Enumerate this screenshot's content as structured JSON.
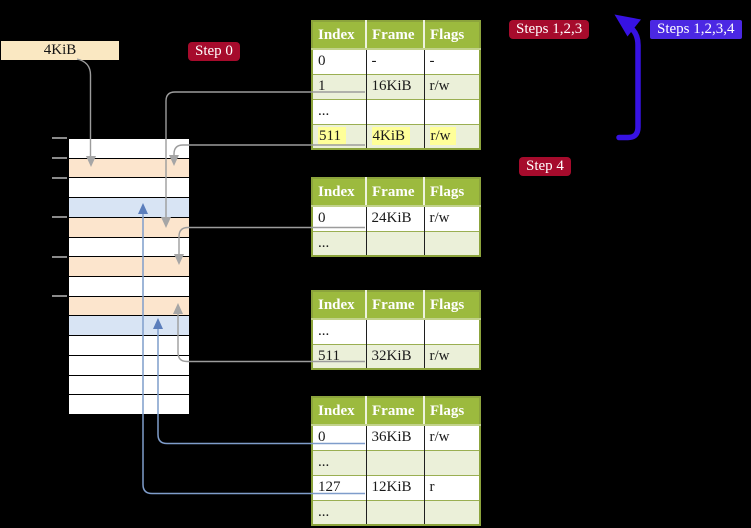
{
  "frame_size_label": {
    "text": "4KiB",
    "background": "#FAE8C2"
  },
  "badges": {
    "step0": {
      "label": "Step 0",
      "color": "#A60B2C"
    },
    "steps123": {
      "label": "Steps 1,2,3",
      "color": "#A60B2C"
    },
    "steps1234": {
      "label": "Steps 1,2,3,4",
      "color": "#4B28E3"
    },
    "step4": {
      "label": "Step 4",
      "color": "#A60B2C"
    }
  },
  "page_tables": [
    {
      "name": "page-table-1",
      "headers": [
        "Index",
        "Frame",
        "Flags"
      ],
      "rows": [
        {
          "index": "0",
          "frame": "-",
          "flags": "-",
          "shaded": false,
          "highlight": false
        },
        {
          "index": "1",
          "frame": "16KiB",
          "flags": "r/w",
          "shaded": true,
          "highlight": false
        },
        {
          "index": "...",
          "frame": "",
          "flags": "",
          "shaded": false,
          "highlight": false
        },
        {
          "index": "511",
          "frame": "4KiB",
          "flags": "r/w",
          "shaded": true,
          "highlight": true
        }
      ]
    },
    {
      "name": "page-table-2",
      "headers": [
        "Index",
        "Frame",
        "Flags"
      ],
      "rows": [
        {
          "index": "0",
          "frame": "24KiB",
          "flags": "r/w",
          "shaded": false,
          "highlight": false
        },
        {
          "index": "...",
          "frame": "",
          "flags": "",
          "shaded": true,
          "highlight": false
        }
      ]
    },
    {
      "name": "page-table-3",
      "headers": [
        "Index",
        "Frame",
        "Flags"
      ],
      "rows": [
        {
          "index": "...",
          "frame": "",
          "flags": "",
          "shaded": false,
          "highlight": false
        },
        {
          "index": "511",
          "frame": "32KiB",
          "flags": "r/w",
          "shaded": true,
          "highlight": false
        }
      ]
    },
    {
      "name": "page-table-4",
      "headers": [
        "Index",
        "Frame",
        "Flags"
      ],
      "rows": [
        {
          "index": "0",
          "frame": "36KiB",
          "flags": "r/w",
          "shaded": false,
          "highlight": false
        },
        {
          "index": "...",
          "frame": "",
          "flags": "",
          "shaded": true,
          "highlight": false
        },
        {
          "index": "127",
          "frame": "12KiB",
          "flags": "r",
          "shaded": false,
          "highlight": false
        },
        {
          "index": "...",
          "frame": "",
          "flags": "",
          "shaded": true,
          "highlight": false
        }
      ]
    }
  ],
  "memory": {
    "rows": [
      {
        "fill": "white"
      },
      {
        "fill": "orange"
      },
      {
        "fill": "white"
      },
      {
        "fill": "blue"
      },
      {
        "fill": "orange"
      },
      {
        "fill": "white"
      },
      {
        "fill": "orange"
      },
      {
        "fill": "white"
      },
      {
        "fill": "orange"
      },
      {
        "fill": "blue"
      },
      {
        "fill": "white"
      },
      {
        "fill": "white"
      },
      {
        "fill": "white"
      },
      {
        "fill": "white"
      }
    ],
    "tick_boundaries": [
      0,
      1,
      2,
      4,
      6,
      8
    ]
  },
  "connectors": [
    {
      "from": "4KiB label",
      "to": "memory row 2 (orange)",
      "color": "gray"
    },
    {
      "from": "table-1 entry 1 (16KiB)",
      "to": "memory row 5 (orange)",
      "color": "gray"
    },
    {
      "from": "table-1 entry 511 (4KiB)",
      "to": "memory row 2 (orange)",
      "color": "gray"
    },
    {
      "from": "table-2 entry 0 (24KiB)",
      "to": "memory row 7 (orange)",
      "color": "gray"
    },
    {
      "from": "table-3 entry 511 (32KiB)",
      "to": "memory row 9 (orange)",
      "color": "gray"
    },
    {
      "from": "table-4 entry 0 (36KiB)",
      "to": "memory row 10 (blue)",
      "color": "blue"
    },
    {
      "from": "table-4 entry 127 (12KiB)",
      "to": "memory row 4 (blue)",
      "color": "blue"
    },
    {
      "from": "loop below Steps 1,2,3",
      "to": "top of table-1",
      "color": "thick-blue"
    }
  ],
  "colors": {
    "accent_red": "#A60B2C",
    "accent_blue": "#4B28E3",
    "arrow_blue": "#3712E3",
    "header_green": "#9CBA3E",
    "row_green": "#EBF0D9",
    "table_border": "#8CA43C",
    "highlight_yellow": "#FFFF99",
    "frame_orange": "#FCE5CD",
    "page_blue": "#D8E4F4",
    "connector_gray": "#9C9C9C",
    "connector_blue": "#7F9DCB",
    "connector_blue_head": "#5B7EBC",
    "label_cream": "#FAE8C2"
  }
}
